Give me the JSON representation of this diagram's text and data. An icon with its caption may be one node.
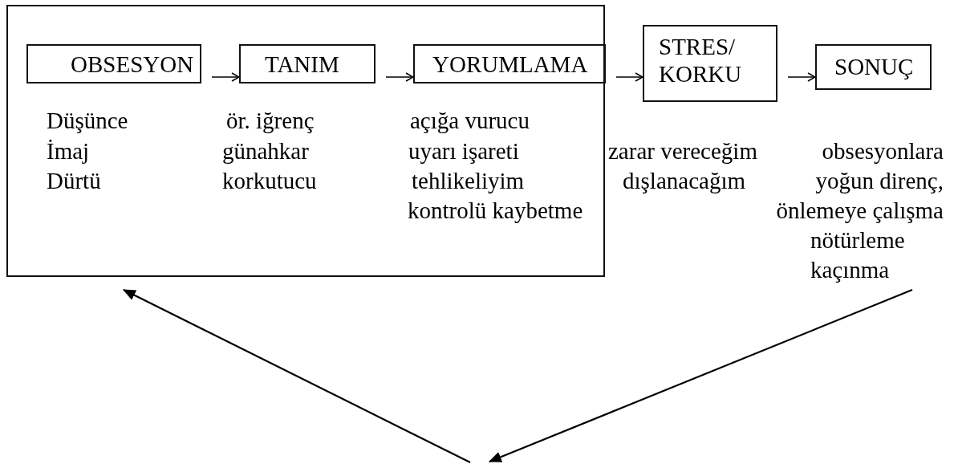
{
  "diagram": {
    "nodes": [
      {
        "text": [],
        "shape": "box"
      },
      {
        "text": [
          "OBSESYON"
        ],
        "in": 0,
        "beside": [
          "Düşünce",
          "İmaj",
          "Dürtü"
        ]
      },
      {
        "text": [
          "TANIM"
        ],
        "in": 0,
        "beside": [
          "ör. iğrenç",
          "günahkar",
          "korkutucu"
        ]
      },
      {
        "text": [
          "YORUMLAMA"
        ],
        "in": 0,
        "beside": [
          "açığa vurucu",
          "uyarı işareti",
          "tehlikeliyim",
          "kontrolü kaybetme"
        ]
      },
      {
        "text": [
          "STRES/ KORKU"
        ],
        "beside": [
          "zarar vereceğim",
          "dışlanacağım"
        ]
      },
      {
        "text": [
          "SONUÇ"
        ],
        "beside": [
          "obsesyonlara yoğun direnç, önlemeye çalışma",
          "nötürleme",
          "kaçınma"
        ]
      }
    ],
    "edges": [
      {
        "from": 1,
        "to": 2,
        "arrow": "to"
      },
      {
        "from": 2,
        "to": 3,
        "arrow": "to"
      },
      {
        "from": 3,
        "to": 4,
        "arrow": "to"
      },
      {
        "from": 4,
        "to": 5,
        "arrow": "to"
      },
      {
        "from": 5,
        "to": null,
        "arrow": "to"
      },
      {
        "from": null,
        "to": 0,
        "arrow": "to"
      }
    ]
  }
}
